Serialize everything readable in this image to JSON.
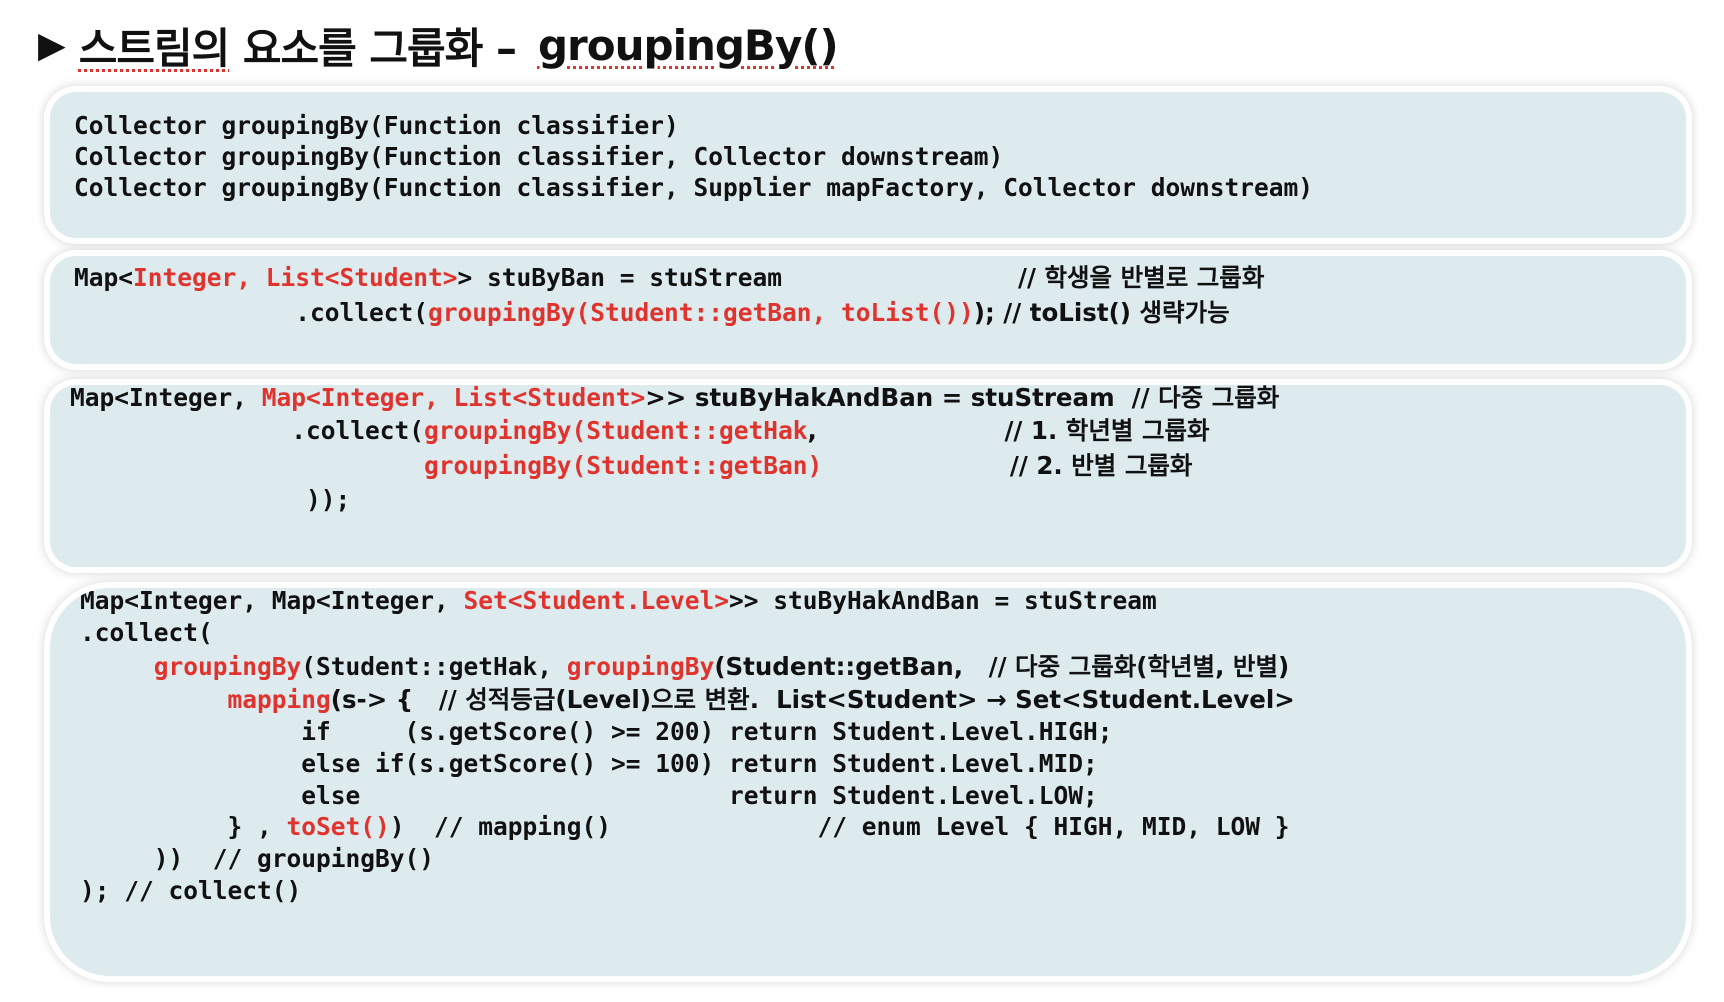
{
  "title": {
    "arrow": "▶",
    "part1": "스트림의",
    "part2": "요소를 그룹화 –",
    "part3": "groupingBy()"
  },
  "box1": {
    "line1": "Collector groupingBy(Function classifier)",
    "line2": "Collector groupingBy(Function classifier, Collector downstream)",
    "line3": "Collector groupingBy(Function classifier, Supplier mapFactory, Collector downstream)"
  },
  "box2": {
    "l1a": "Map<",
    "l1b": "Integer, List<Student>",
    "l1c": "> stuByBan = stuStream                ",
    "l1d": "// 학생을 반별로 그룹화",
    "l2a": "               .collect(",
    "l2b": "groupingBy(Student::getBan, toList())",
    "l2c": "); // toList() 생략가능"
  },
  "box3": {
    "l1a": "Map<Integer, ",
    "l1b": "Map<Integer, List<Student>",
    "l1c": ">> stuByHakAndBan = stuStream  // 다중 그룹화",
    "l2a": "               .collect(",
    "l2b": "groupingBy(Student::getHak",
    "l2c": ",                      // 1. 학년별 그룹화",
    "l3a": "                        ",
    "l3b": "groupingBy(Student::getBan)",
    "l3c": "                      // 2. 반별 그룹화",
    "l4": "                ));"
  },
  "box4": {
    "l1a": "Map<Integer, Map<Integer, ",
    "l1b": "Set<Student.Level>",
    "l1c": ">> stuByHakAndBan = stuStream",
    "l2": ".collect(",
    "l3a": "     ",
    "l3b": "groupingBy",
    "l3c": "(Student::getHak, ",
    "l3d": "groupingBy",
    "l3e": "(Student::getBan,   // 다중 그룹화(학년별, 반별)",
    "l4a": "          ",
    "l4b": "mapping",
    "l4c": "(s-> {   // 성적등급(Level)으로 변환.  List<Student> → Set<Student.Level>",
    "l5": "               if     (s.getScore() >= 200) return Student.Level.HIGH;",
    "l6": "               else if(s.getScore() >= 100) return Student.Level.MID;",
    "l7": "               else                         return Student.Level.LOW;",
    "l8a": "          } , ",
    "l8b": "toSet()",
    "l8c": ")  // mapping()              // enum Level { HIGH, MID, LOW }",
    "l9": "     ))  // groupingBy()",
    "l10": "); // collect()"
  }
}
